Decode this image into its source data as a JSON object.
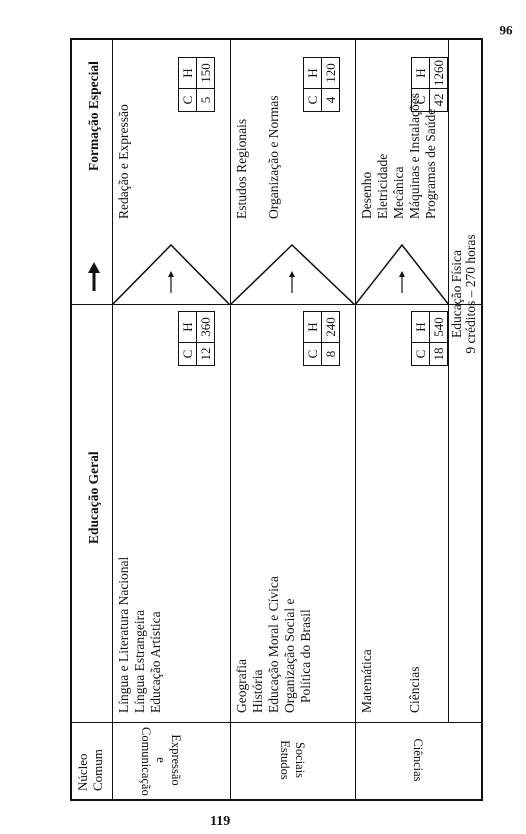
{
  "page_number_top": "96",
  "page_number_bottom": "119",
  "headers": {
    "nucleo": [
      "Núcleo",
      "Comum"
    ],
    "educacao_geral": "Educação Geral",
    "formacao_especial": "Formação Especial"
  },
  "areas": [
    {
      "name_lines": [
        "Comunicação",
        "e",
        "Expressão"
      ],
      "geral": [
        "Língua e Literatura Nacional",
        "Língua Estrangeira",
        "Educação Artística"
      ],
      "geral_ch": {
        "c_label": "C",
        "h_label": "H",
        "c": "12",
        "h": "360"
      },
      "especial": [
        "Redação e Expressão"
      ],
      "especial_ch": {
        "c_label": "C",
        "h_label": "H",
        "c": "5",
        "h": "150"
      }
    },
    {
      "name_lines": [
        "Estudos",
        "Sociais"
      ],
      "geral": [
        "Geografia",
        "História",
        "Educação Moral e Cívica",
        "Organização Social e",
        "Política do Brasil"
      ],
      "geral_ch": {
        "c_label": "C",
        "h_label": "H",
        "c": "8",
        "h": "240"
      },
      "especial": [
        "Estudos Regionais",
        "",
        "Organização e Normas"
      ],
      "especial_ch": {
        "c_label": "C",
        "h_label": "H",
        "c": "4",
        "h": "120"
      }
    },
    {
      "name_lines": [
        "Ciências"
      ],
      "geral": [
        "Matemática",
        "",
        "",
        "Ciências"
      ],
      "geral_ch": {
        "c_label": "C",
        "h_label": "H",
        "c": "18",
        "h": "540"
      },
      "especial": [
        "Desenho",
        "Eletricidade",
        "Mecânica",
        "Máquinas e Instalações",
        "Programas de Saúde"
      ],
      "especial_ch": {
        "c_label": "C",
        "h_label": "H",
        "c": "42",
        "h": "1260"
      }
    }
  ],
  "educacao_fisica": [
    "Educação Física",
    "9 créditos – 270 horas"
  ]
}
